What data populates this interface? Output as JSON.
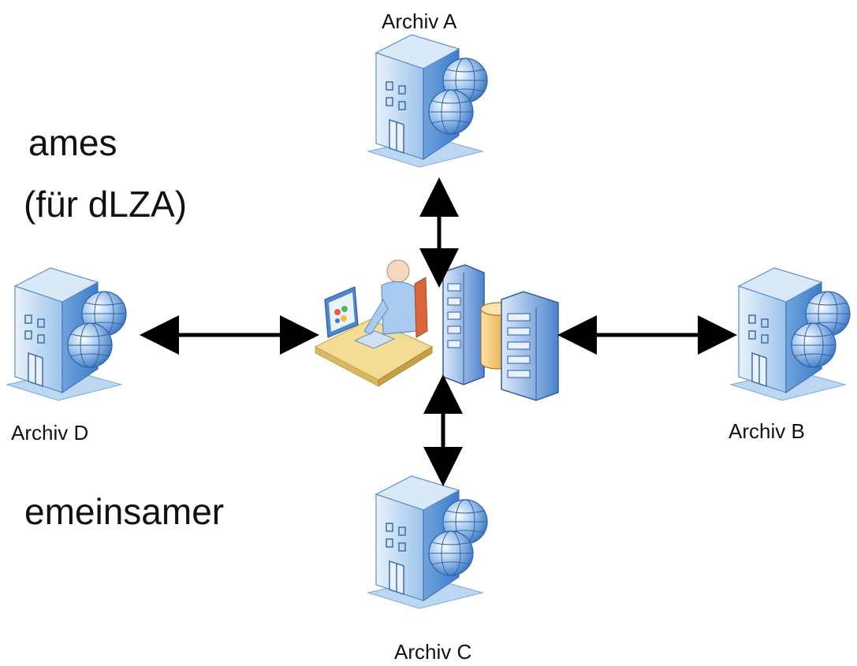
{
  "slide_text": {
    "line1": "ames",
    "line2": "(für dLZA)",
    "line3": "emeinsamer"
  },
  "archives": {
    "a": {
      "label": "Archiv A"
    },
    "b": {
      "label": "Archiv B"
    },
    "c": {
      "label": "Archiv C"
    },
    "d": {
      "label": "Archiv D"
    }
  },
  "colors": {
    "building_light": "#cfe3f6",
    "building_mid": "#8fb9e6",
    "building_dark": "#3d7cc9",
    "globe": "#5f93d3",
    "arrow": "#000000",
    "server_body": "#5b8fd6",
    "cylinder": "#f0b13b"
  },
  "icons": [
    "building-icon",
    "globe-icon",
    "workstation-icon",
    "server-icon",
    "database-icon"
  ]
}
